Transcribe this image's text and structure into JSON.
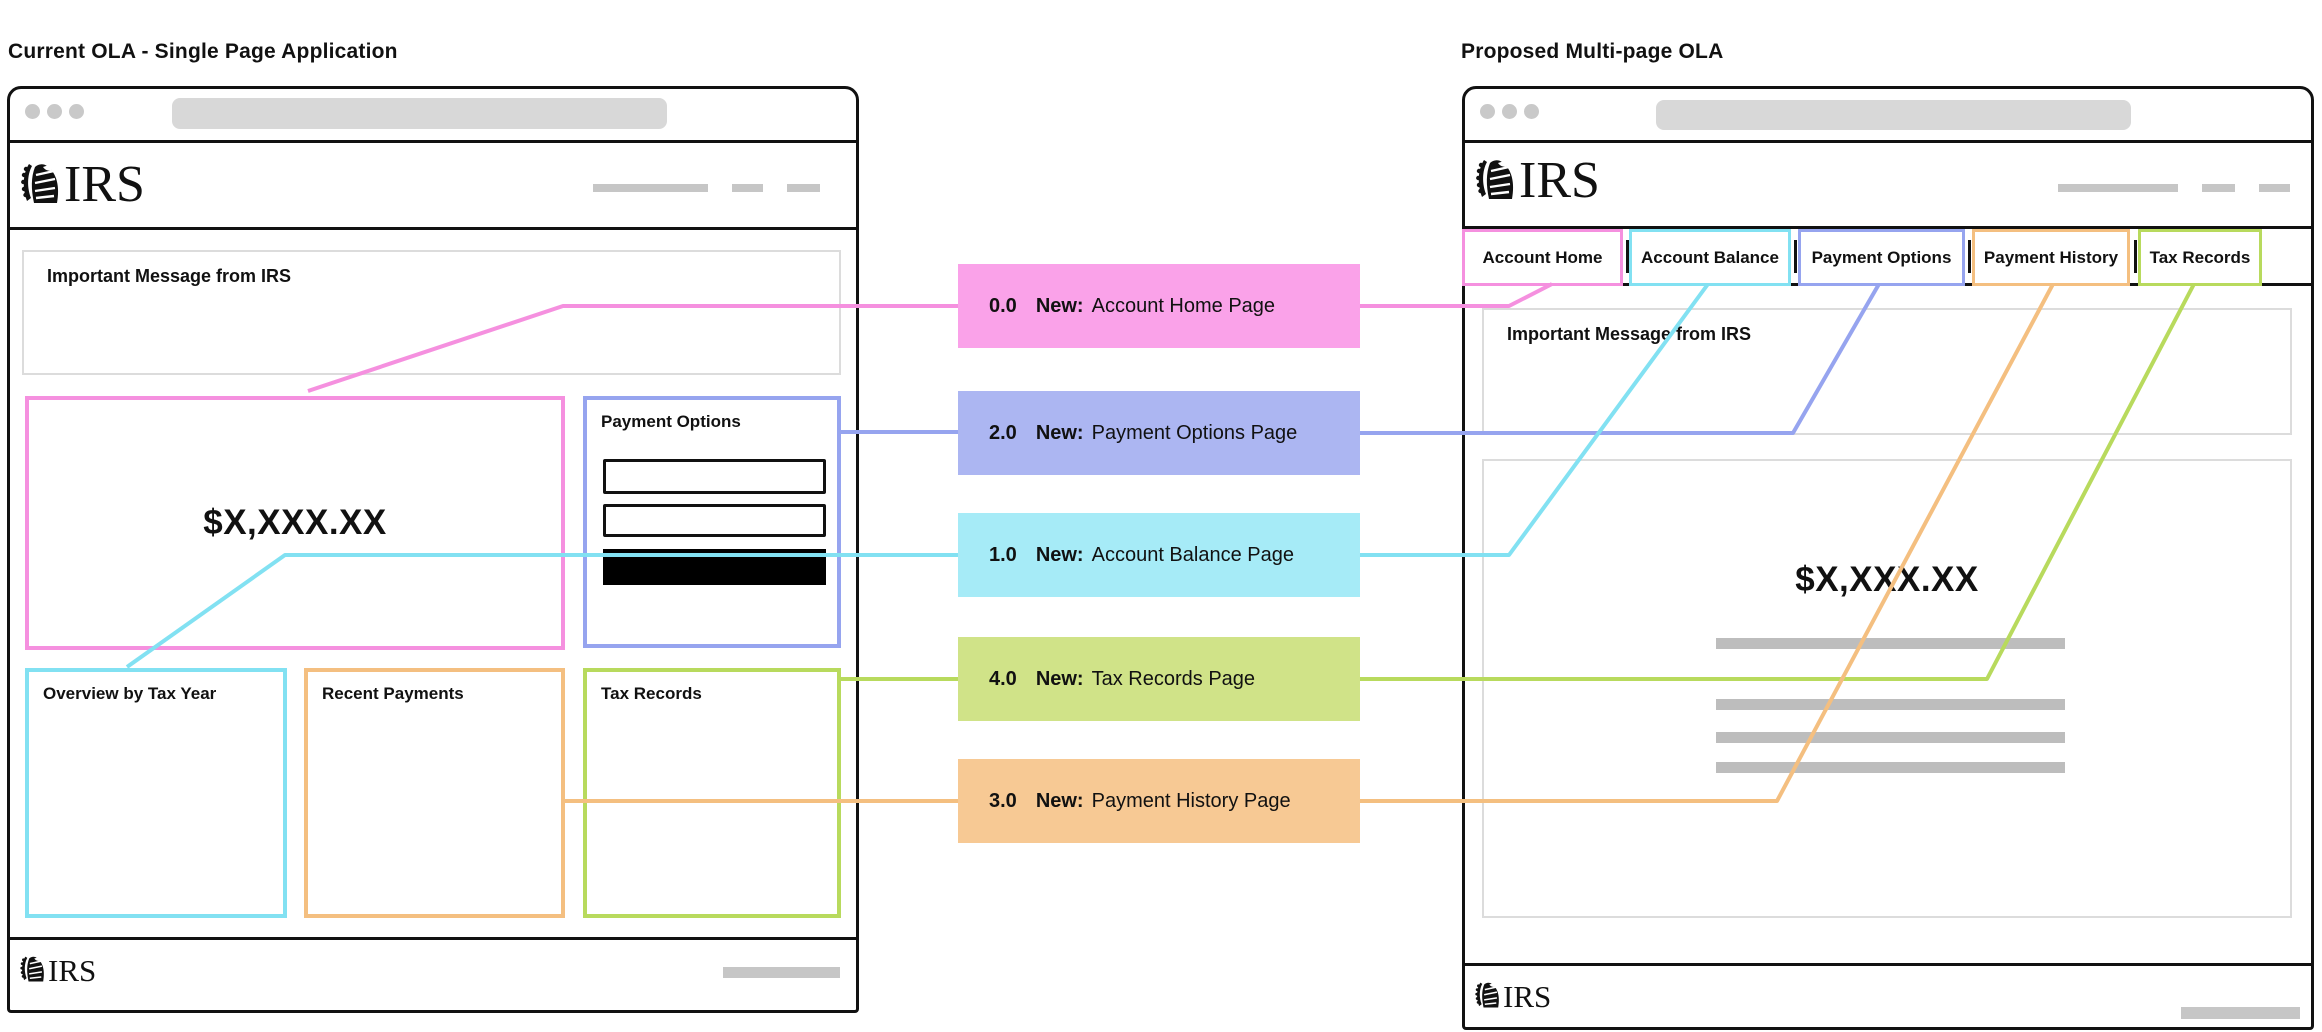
{
  "left_panel": {
    "title": "Current OLA - Single Page Application",
    "brand": "IRS",
    "sections": {
      "message": "Important Message from IRS",
      "balance": "$X,XXX.XX",
      "payment_options": "Payment Options",
      "overview_tax_year": "Overview by Tax Year",
      "recent_payments": "Recent Payments",
      "tax_records": "Tax Records"
    }
  },
  "right_panel": {
    "title": "Proposed Multi-page OLA",
    "brand": "IRS",
    "tabs": [
      {
        "label": "Account Home",
        "color": "#F590DF"
      },
      {
        "label": "Account Balance",
        "color": "#82E1F2"
      },
      {
        "label": "Payment Options",
        "color": "#96A4EF"
      },
      {
        "label": "Payment History",
        "color": "#F4BF80"
      },
      {
        "label": "Tax Records",
        "color": "#B8DA5D"
      }
    ],
    "sections": {
      "message": "Important Message from IRS",
      "balance": "$X,XXX.XX"
    }
  },
  "connectors": [
    {
      "order": "0.0",
      "prefix": "New:",
      "label": "Account Home Page",
      "fill": "#FAA2E9",
      "line": "#F590DF"
    },
    {
      "order": "2.0",
      "prefix": "New:",
      "label": "Payment Options Page",
      "fill": "#ACB6F2",
      "line": "#96A4EF"
    },
    {
      "order": "1.0",
      "prefix": "New:",
      "label": "Account Balance Page",
      "fill": "#A6EBF7",
      "line": "#82E1F2"
    },
    {
      "order": "4.0",
      "prefix": "New:",
      "label": "Tax Records Page",
      "fill": "#D0E388",
      "line": "#B8DA5D"
    },
    {
      "order": "3.0",
      "prefix": "New:",
      "label": "Payment History Page",
      "fill": "#F7C994",
      "line": "#F4BF80"
    }
  ]
}
